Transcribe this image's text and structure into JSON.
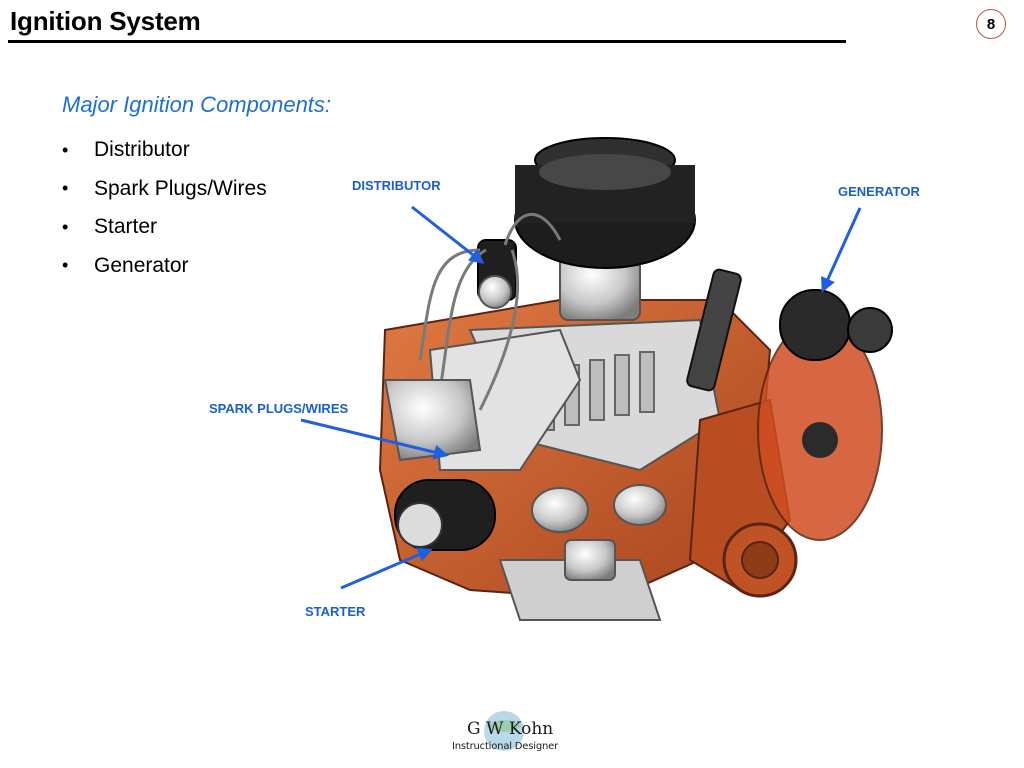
{
  "slide": {
    "title": "Ignition System",
    "page_number": "8"
  },
  "content": {
    "subtitle": "Major Ignition Components:",
    "bullets": [
      "Distributor",
      "Spark Plugs/Wires",
      "Starter",
      "Generator"
    ]
  },
  "diagram": {
    "labels": {
      "distributor": "DISTRIBUTOR",
      "generator": "GENERATOR",
      "spark_plugs": "SPARK PLUGS/WIRES",
      "starter": "STARTER"
    },
    "label_color": "#1a5fd0",
    "arrow_color": "#1f5fe0",
    "engine_block_color": "#c9582a"
  },
  "logo": {
    "name": "G W Kohn",
    "tagline": "Instructional Designer"
  }
}
